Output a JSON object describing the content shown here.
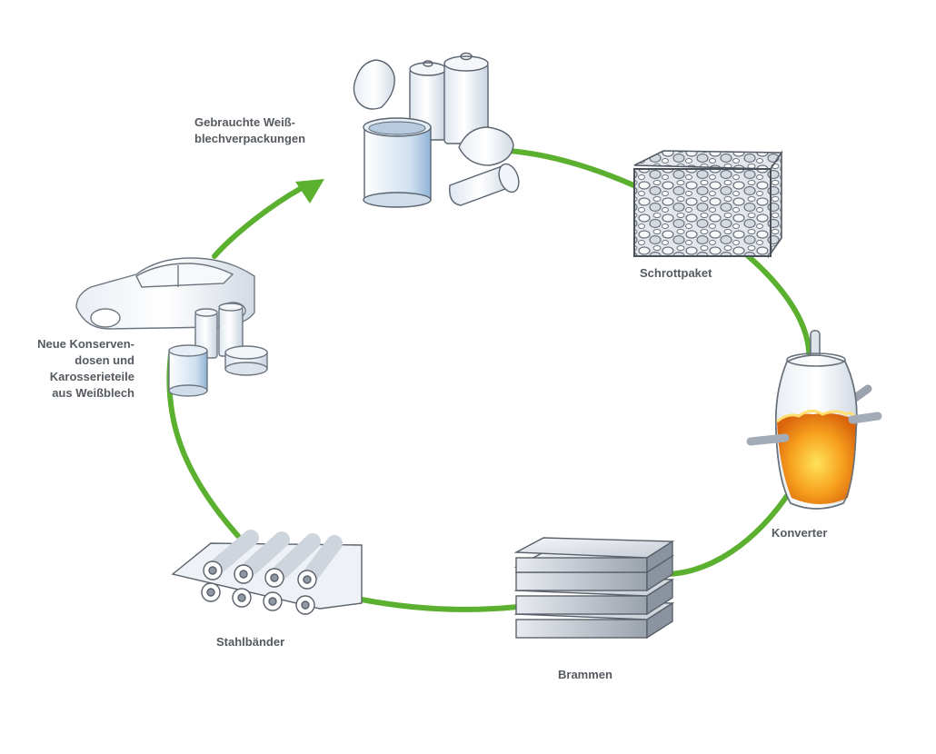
{
  "colors": {
    "cycle": "#5cb030",
    "label": "#555a60",
    "molten": "#f08a10"
  },
  "icons": [
    "cans-icon",
    "scrap-bale-icon",
    "converter-icon",
    "slabs-icon",
    "steel-rolls-icon",
    "car-body-icon"
  ],
  "stages": [
    {
      "id": "used",
      "icon": "cans-icon",
      "lines": [
        "Gebrauchte Weiß-",
        "blechverpackungen"
      ]
    },
    {
      "id": "scrap",
      "icon": "scrap-bale-icon",
      "lines": [
        "Schrottpaket"
      ]
    },
    {
      "id": "converter",
      "icon": "converter-icon",
      "lines": [
        "Konverter"
      ]
    },
    {
      "id": "slabs",
      "icon": "slabs-icon",
      "lines": [
        "Brammen"
      ]
    },
    {
      "id": "strips",
      "icon": "steel-rolls-icon",
      "lines": [
        "Stahlbänder"
      ]
    },
    {
      "id": "new",
      "icon": "car-body-icon",
      "lines": [
        "Neue Konserven-",
        "dosen und",
        "Karosserieteile",
        "aus Weißblech"
      ]
    }
  ]
}
